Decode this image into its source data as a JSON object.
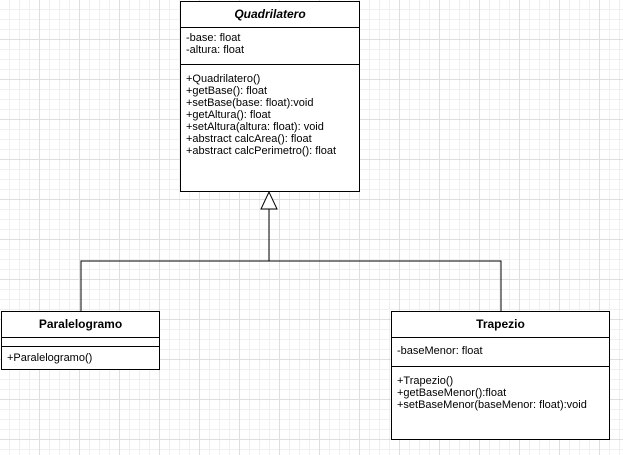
{
  "classes": {
    "quadrilatero": {
      "name": "Quadrilatero",
      "attributes": [
        "-base: float",
        "-altura: float"
      ],
      "methods": [
        "+Quadrilatero()",
        "+getBase(): float",
        "+setBase(base: float):void",
        "+getAltura(): float",
        "+setAltura(altura: float): void",
        "+abstract calcArea(): float",
        "+abstract calcPerimetro(): float"
      ]
    },
    "paralelogramo": {
      "name": "Paralelogramo",
      "methods": [
        "+Paralelogramo()"
      ]
    },
    "trapezio": {
      "name": "Trapezio",
      "attributes": [
        "-baseMenor: float"
      ],
      "methods": [
        "+Trapezio()",
        "+getBaseMenor():float",
        "+setBaseMenor(baseMenor: float):void"
      ]
    }
  }
}
